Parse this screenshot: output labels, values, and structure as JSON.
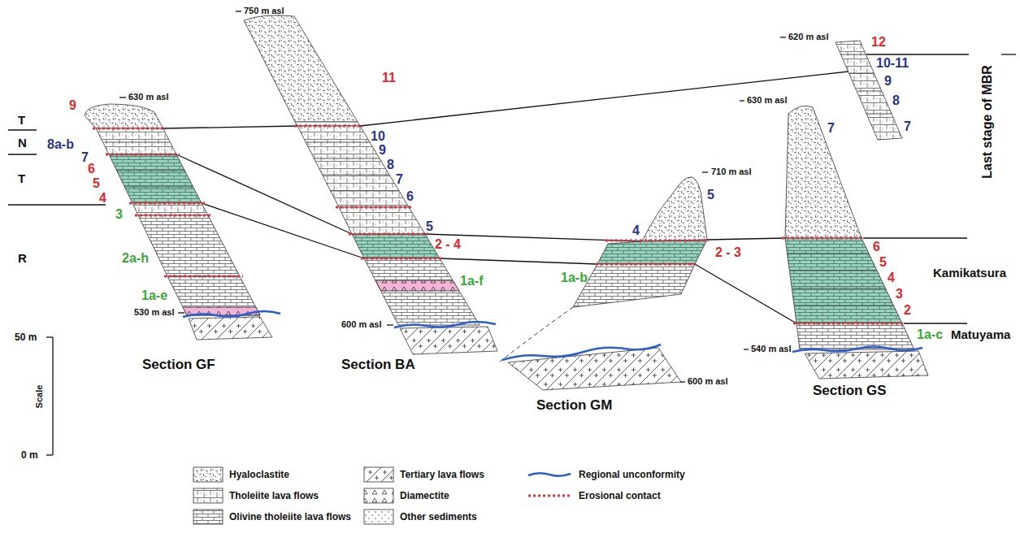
{
  "diagram": {
    "labels": [
      "750 m asl",
      "630 m asl",
      "620 m asl",
      "12",
      "10-11",
      "9",
      "8",
      "7",
      "Last stage of MBR",
      "T",
      "9",
      "N",
      "8a-b",
      "7",
      "11",
      "10",
      "9",
      "8",
      "7",
      "6",
      "T",
      "6",
      "5",
      "4",
      "R",
      "3",
      "2a-h",
      "1a-e",
      "5",
      "2 - 4",
      "1a-f",
      "710 m asl",
      "5",
      "4",
      "2 - 3",
      "1a-b",
      "630 m asl",
      "7",
      "6",
      "5",
      "4",
      "3",
      "2",
      "1a-c",
      "Kamikatsura",
      "Matuyama",
      "530 m asl",
      "600 m asl",
      "600 m asl",
      "540 m asl",
      "50 m",
      "Scale",
      "0 m",
      "Section GF",
      "Section BA",
      "Section GM",
      "Section GS"
    ],
    "legend": [
      {
        "text": "Hyaloclastite"
      },
      {
        "text": "Tholeiite lava flows"
      },
      {
        "text": "Olivine tholeiite lava flows"
      },
      {
        "text": "Tertiary lava flows"
      },
      {
        "text": "Diamectite"
      },
      {
        "text": "Other sediments"
      },
      {
        "text": "Regional unconformity"
      },
      {
        "text": "Erosional contact"
      }
    ]
  }
}
